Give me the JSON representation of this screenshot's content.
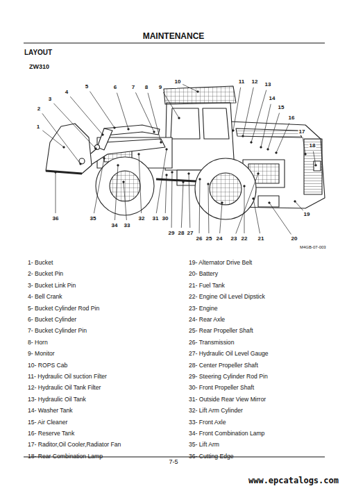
{
  "diagram": {
    "title": "MAINTENANCE",
    "labels": [
      "LAYOUT",
      "ZW310",
      "1",
      "2",
      "3",
      "4",
      "5",
      "6",
      "7",
      "8",
      "9",
      "10",
      "11",
      "12",
      "13",
      "14",
      "15",
      "16",
      "17",
      "18",
      "19",
      "20",
      "21",
      "22",
      "23",
      "24",
      "25",
      "26",
      "27",
      "28",
      "29",
      "30",
      "31",
      "32",
      "33",
      "34",
      "35",
      "36",
      "M4GB-07-003",
      "1- Bucket",
      "2- Bucket Pin",
      "3- Bucket Link Pin",
      "4- Bell Crank",
      "5- Bucket Cylinder Rod Pin",
      "6- Bucket Cylinder",
      "7- Bucket Cylinder Pin",
      "8- Horn",
      "9- Monitor",
      "10- ROPS Cab",
      "11- Hydraulic Oil suction Filter",
      "12- Hydraulic Oil Tank Filter",
      "13- Hydraulic Oil Tank",
      "14- Washer Tank",
      "15- Air Cleaner",
      "16- Reserve Tank",
      "17- Raditor,Oil Cooler,Radiator Fan",
      "18- Rear Combination Lamp",
      "19- Alternator Drive Belt",
      "20- Battery",
      "21- Fuel Tank",
      "22- Engine Oil Level Dipstick",
      "23- Engine",
      "24- Rear Axle",
      "25- Rear Propeller Shaft",
      "26- Transmission",
      "27- Hydraulic Oil Level Gauge",
      "28- Center Propeller Shaft",
      "29- Steering Cylinder Rod Pin",
      "30- Front Propeller Shaft",
      "31- Outside Rear View Mirror",
      "32- Lift Arm Cylinder",
      "33- Front Axle",
      "34- Front Combination Lamp",
      "35- Lift Arm",
      "36- Cutting Edge",
      "7-5",
      "www.epcatalogs.com"
    ]
  }
}
